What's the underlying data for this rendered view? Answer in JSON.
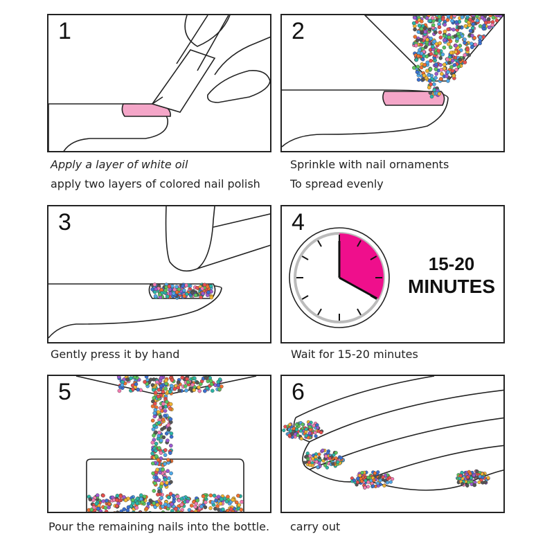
{
  "colors": {
    "pink": "#f4a6c8",
    "magenta": "#ef0f8c",
    "outline": "#222222"
  },
  "bead_colors": [
    "#e84f4f",
    "#4fa8e8",
    "#5cc45c",
    "#f2b632",
    "#9b59d0",
    "#f27ab0",
    "#2bb5a5",
    "#555555",
    "#f07030",
    "#3a6fd0"
  ],
  "steps": [
    {
      "number": "1",
      "caption_lines": [
        "Apply a layer of white oil",
        "apply two layers of colored nail polish"
      ]
    },
    {
      "number": "2",
      "caption_lines": [
        "Sprinkle with nail ornaments",
        "To spread evenly"
      ]
    },
    {
      "number": "3",
      "caption_lines": [
        "Gently press it by hand"
      ]
    },
    {
      "number": "4",
      "caption_lines": [
        "Wait for 15-20 minutes"
      ],
      "timer_lines": [
        "15-20",
        "MINUTES"
      ],
      "timer_fraction": 0.33
    },
    {
      "number": "5",
      "caption_lines": [
        "Pour the remaining nails into the bottle."
      ]
    },
    {
      "number": "6",
      "caption_lines": [
        "carry out"
      ]
    }
  ]
}
